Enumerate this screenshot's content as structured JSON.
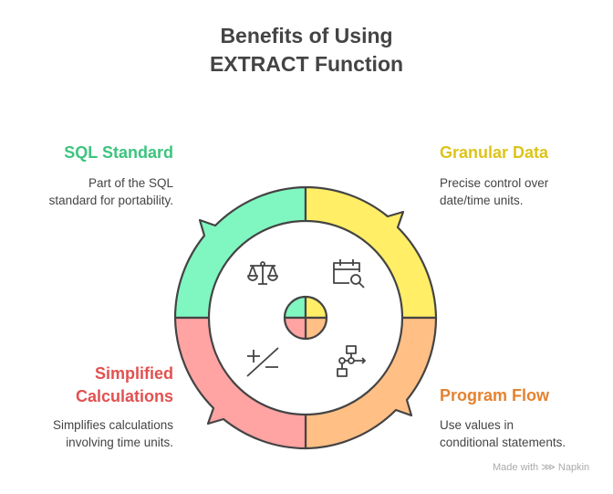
{
  "title": [
    "Benefits of Using",
    "EXTRACT Function"
  ],
  "items": [
    {
      "title": "SQL Standard",
      "desc": [
        "Part of the SQL",
        "standard for portability."
      ],
      "color": "#80F7C0",
      "text_color": "#3DC47E",
      "icon": "scales-icon"
    },
    {
      "title": "Granular Data",
      "desc": [
        "Precise control over",
        "date/time units."
      ],
      "color": "#FFEE66",
      "text_color": "#DDC41A",
      "icon": "calendar-search-icon"
    },
    {
      "title": "Program Flow",
      "desc": [
        "Use values in",
        "conditional statements."
      ],
      "color": "#FFBF85",
      "text_color": "#E5822E",
      "icon": "flowchart-icon"
    },
    {
      "title": [
        "Simplified",
        "Calculations"
      ],
      "desc": [
        "Simplifies calculations",
        "involving time units."
      ],
      "color": "#FFA3A3",
      "text_color": "#E35050",
      "icon": "plus-minus-icon"
    }
  ],
  "footer": {
    "label": "Made with",
    "brand": "Napkin"
  }
}
